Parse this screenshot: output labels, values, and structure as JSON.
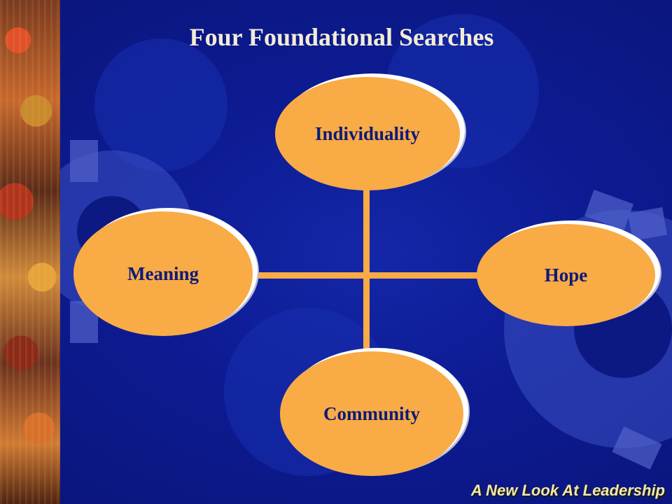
{
  "slide": {
    "title": "Four Foundational Searches",
    "footer": "A New Look At Leadership"
  },
  "diagram": {
    "center_node_count": 4,
    "nodes": {
      "top": "Individuality",
      "left": "Meaning",
      "right": "Hope",
      "bottom": "Community"
    },
    "node_color": "#f9ab45",
    "connector_color": "#f9ab45",
    "text_color": "#0d1a78"
  },
  "colors": {
    "background": "#0d1b92",
    "title": "#f3ecd5",
    "footer": "#f2e9a8"
  }
}
